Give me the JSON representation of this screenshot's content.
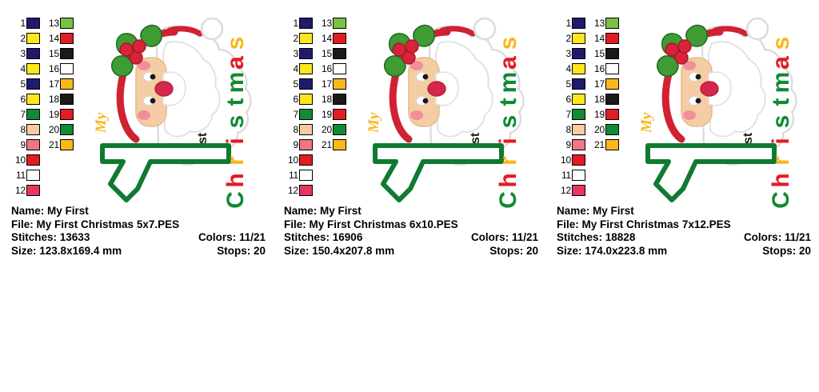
{
  "legend": {
    "column1": [
      {
        "num": "1",
        "color": "#201a6e"
      },
      {
        "num": "2",
        "color": "#fbe71c"
      },
      {
        "num": "3",
        "color": "#201a6e"
      },
      {
        "num": "4",
        "color": "#fbe71c"
      },
      {
        "num": "5",
        "color": "#201a6e"
      },
      {
        "num": "6",
        "color": "#fbe71c"
      },
      {
        "num": "7",
        "color": "#108a34"
      },
      {
        "num": "8",
        "color": "#f7cba4"
      },
      {
        "num": "9",
        "color": "#ef7683"
      },
      {
        "num": "10",
        "color": "#e31b23"
      },
      {
        "num": "11",
        "color": "#ffffff"
      },
      {
        "num": "12",
        "color": "#e8365e"
      }
    ],
    "column2": [
      {
        "num": "13",
        "color": "#7ac143"
      },
      {
        "num": "14",
        "color": "#e31b23"
      },
      {
        "num": "15",
        "color": "#1a1a16"
      },
      {
        "num": "16",
        "color": "#ffffff"
      },
      {
        "num": "17",
        "color": "#f9b719"
      },
      {
        "num": "18",
        "color": "#1a1a16"
      },
      {
        "num": "19",
        "color": "#e31b23"
      },
      {
        "num": "20",
        "color": "#108a34"
      },
      {
        "num": "21",
        "color": "#f9b719"
      }
    ]
  },
  "designs": [
    {
      "artwork": {
        "title": "My 1st Christmas",
        "motif": "santa-face-with-holly",
        "word": "Christmas",
        "letters": [
          {
            "char": "C",
            "color": "#108a34"
          },
          {
            "char": "h",
            "color": "#e31b23"
          },
          {
            "char": "r",
            "color": "#f9b719"
          },
          {
            "char": "i",
            "color": "#e31b23"
          },
          {
            "char": "s",
            "color": "#108a34"
          },
          {
            "char": "t",
            "color": "#108a34"
          },
          {
            "char": "m",
            "color": "#108a34"
          },
          {
            "char": "a",
            "color": "#e31b23"
          },
          {
            "char": "s",
            "color": "#f9b719"
          }
        ],
        "my_text": "My",
        "my_color": "#f9b719",
        "st_text": "st",
        "st_color": "#1a1a16",
        "numeral": "1",
        "numeral_color": "#0f7a30"
      },
      "info": {
        "name_label": "Name:",
        "name_value": "My First",
        "file_label": "File:",
        "file_value": "My First Christmas 5x7.PES",
        "stitches_label": "Stitches:",
        "stitches_value": "13633",
        "colors_label": "Colors:",
        "colors_value": "11/21",
        "size_label": "Size:",
        "size_value": "123.8x169.4 mm",
        "stops_label": "Stops:",
        "stops_value": "20"
      }
    },
    {
      "artwork": {
        "title": "My 1st Christmas",
        "motif": "santa-face-with-holly",
        "word": "Christmas",
        "letters": [
          {
            "char": "C",
            "color": "#108a34"
          },
          {
            "char": "h",
            "color": "#e31b23"
          },
          {
            "char": "r",
            "color": "#f9b719"
          },
          {
            "char": "i",
            "color": "#e31b23"
          },
          {
            "char": "s",
            "color": "#108a34"
          },
          {
            "char": "t",
            "color": "#108a34"
          },
          {
            "char": "m",
            "color": "#108a34"
          },
          {
            "char": "a",
            "color": "#e31b23"
          },
          {
            "char": "s",
            "color": "#f9b719"
          }
        ],
        "my_text": "My",
        "my_color": "#f9b719",
        "st_text": "st",
        "st_color": "#1a1a16",
        "numeral": "1",
        "numeral_color": "#0f7a30"
      },
      "info": {
        "name_label": "Name:",
        "name_value": "My First",
        "file_label": "File:",
        "file_value": "My First Christmas 6x10.PES",
        "stitches_label": "Stitches:",
        "stitches_value": "16906",
        "colors_label": "Colors:",
        "colors_value": "11/21",
        "size_label": "Size:",
        "size_value": "150.4x207.8 mm",
        "stops_label": "Stops:",
        "stops_value": "20"
      }
    },
    {
      "artwork": {
        "title": "My 1st Christmas",
        "motif": "santa-face-with-holly",
        "word": "Christmas",
        "letters": [
          {
            "char": "C",
            "color": "#108a34"
          },
          {
            "char": "h",
            "color": "#e31b23"
          },
          {
            "char": "r",
            "color": "#f9b719"
          },
          {
            "char": "i",
            "color": "#e31b23"
          },
          {
            "char": "s",
            "color": "#108a34"
          },
          {
            "char": "t",
            "color": "#108a34"
          },
          {
            "char": "m",
            "color": "#108a34"
          },
          {
            "char": "a",
            "color": "#e31b23"
          },
          {
            "char": "s",
            "color": "#f9b719"
          }
        ],
        "my_text": "My",
        "my_color": "#f9b719",
        "st_text": "st",
        "st_color": "#1a1a16",
        "numeral": "1",
        "numeral_color": "#0f7a30"
      },
      "info": {
        "name_label": "Name:",
        "name_value": "My First",
        "file_label": "File:",
        "file_value": "My First Christmas 7x12.PES",
        "stitches_label": "Stitches:",
        "stitches_value": "18828",
        "colors_label": "Colors:",
        "colors_value": "11/21",
        "size_label": "Size:",
        "size_value": "174.0x223.8 mm",
        "stops_label": "Stops:",
        "stops_value": "20"
      }
    }
  ]
}
